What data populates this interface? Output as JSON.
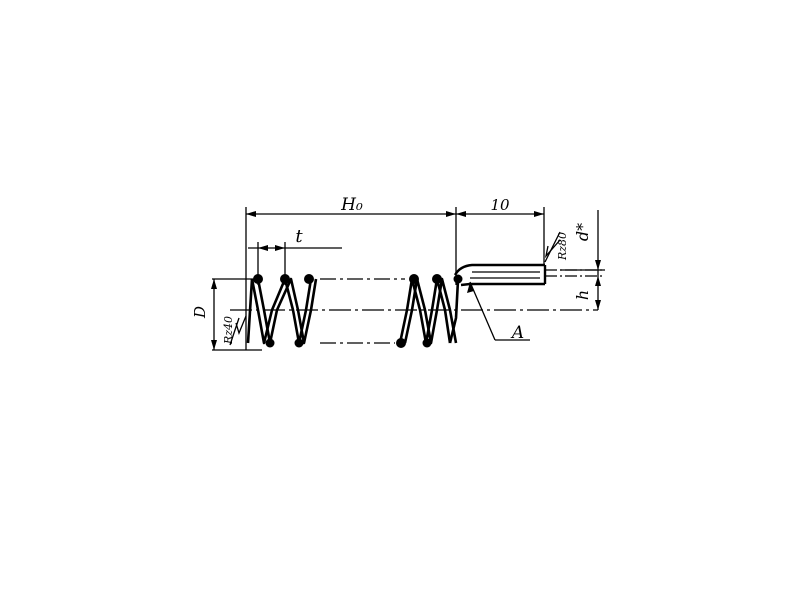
{
  "drawing": {
    "labels": {
      "overall_length": "H₀",
      "end_length": "10",
      "pitch": "t",
      "wire_diameter": "d*",
      "diameter": "D",
      "hook_height": "h",
      "detail": "A",
      "roughness_left": "Rz40",
      "roughness_right": "Rz80"
    },
    "colors": {
      "ink": "#000000",
      "paper": "#ffffff"
    }
  }
}
